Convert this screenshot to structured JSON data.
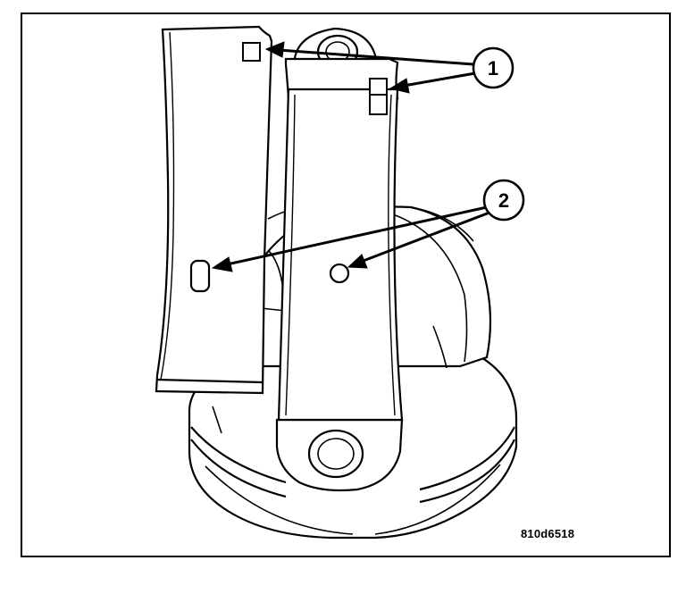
{
  "figure": {
    "code": "810d6518",
    "callouts": [
      {
        "number": "1"
      },
      {
        "number": "2"
      }
    ]
  }
}
